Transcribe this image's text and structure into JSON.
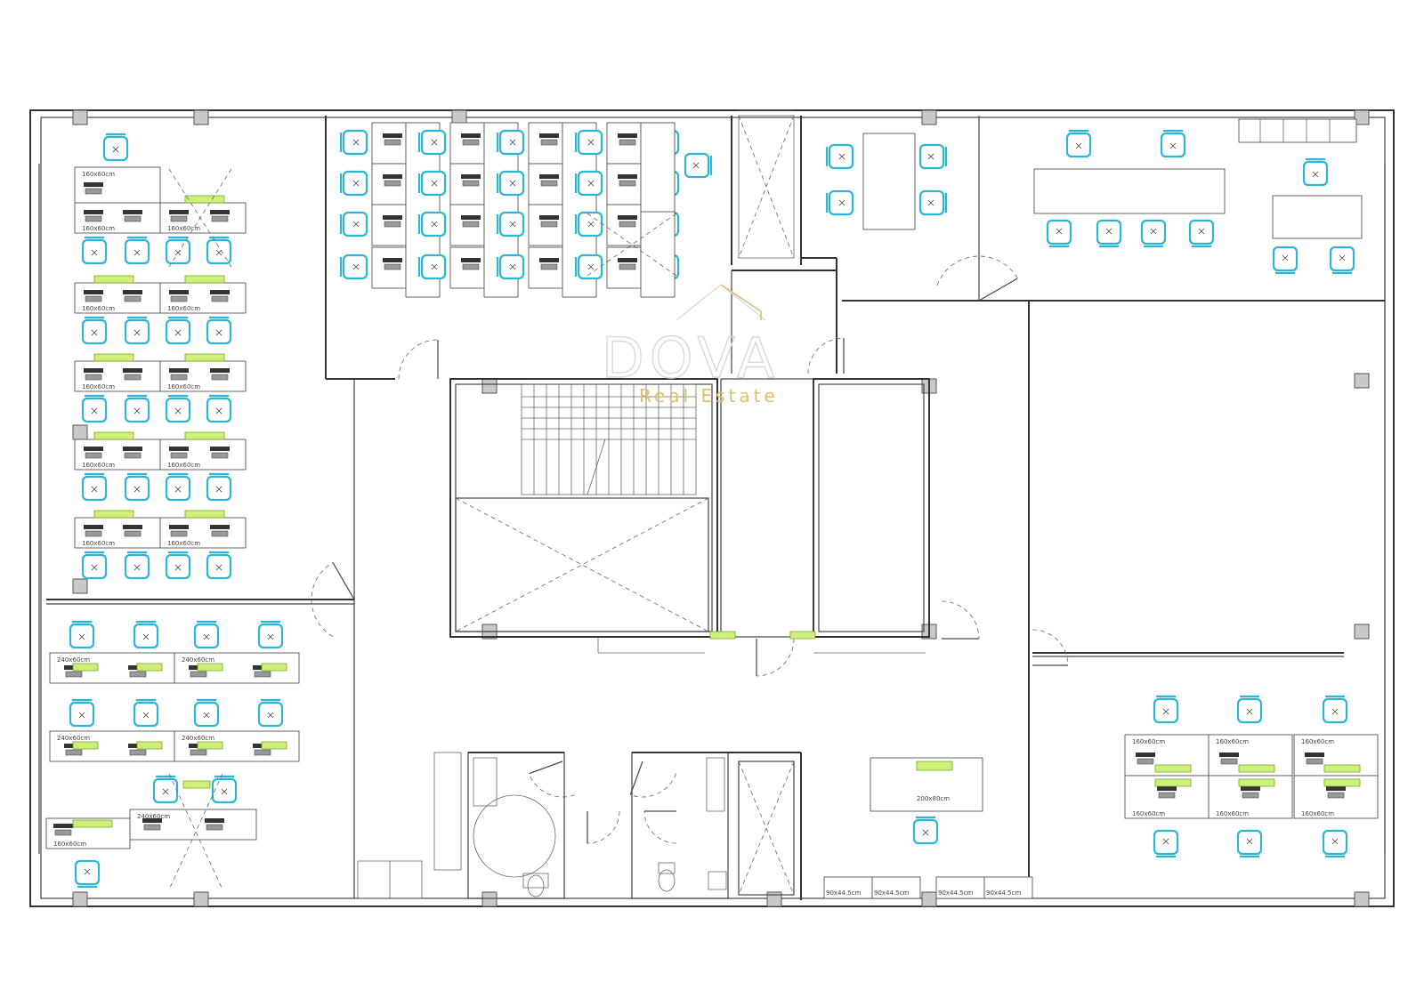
{
  "logo": {
    "name": "DOVA",
    "tagline": "Real Estate"
  },
  "colors": {
    "chair": "#2bb5d6",
    "equipment": "#cdf07a",
    "logo_accent": "#e0bf6a",
    "wall": "#333333"
  },
  "desk_labels": {
    "d160": "160x60cm",
    "d240": "240x60cm",
    "table": "200x80cm",
    "cabinet": "90x44.5cm"
  },
  "icons": [
    "office-chair-icon",
    "desk-icon",
    "computer-icon",
    "door-swing-icon",
    "stairs-icon",
    "toilet-icon",
    "sink-icon"
  ]
}
